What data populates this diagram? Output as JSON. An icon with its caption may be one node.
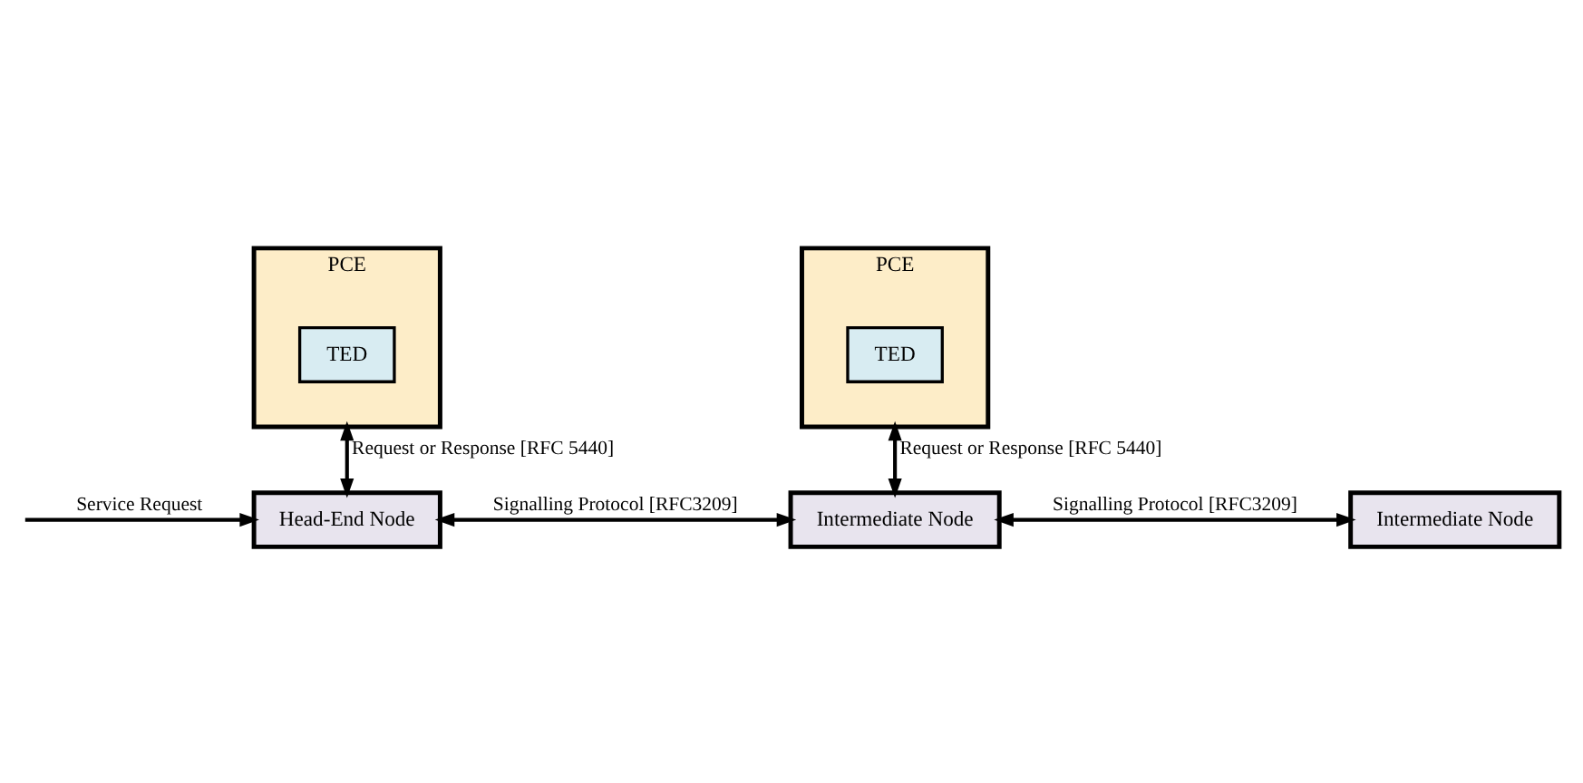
{
  "diagram": {
    "nodes": [
      {
        "text": [
          "PCE"
        ]
      },
      {
        "text": [
          "TED"
        ],
        "in": 0
      },
      {
        "text": [
          "PCE"
        ]
      },
      {
        "text": [
          "TED"
        ],
        "in": 2
      },
      {
        "text": [
          "Head-End Node"
        ]
      },
      {
        "text": [
          "Intermediate Node"
        ]
      },
      {
        "text": [
          "Intermediate Node"
        ]
      }
    ],
    "edges": [
      {
        "from": 0,
        "to": 4,
        "arrow": "both",
        "label": "Request or Response [RFC 5440]"
      },
      {
        "from": 2,
        "to": 5,
        "arrow": "both",
        "label": "Request or Response [RFC 5440]"
      },
      {
        "from": null,
        "to": 4,
        "arrow": "to",
        "label": "Service Request"
      },
      {
        "from": 4,
        "to": 5,
        "arrow": "both",
        "label": "Signalling Protocol [RFC3209]"
      },
      {
        "from": 5,
        "to": 6,
        "arrow": "both",
        "label": "Signalling Protocol [RFC3209]"
      }
    ]
  }
}
